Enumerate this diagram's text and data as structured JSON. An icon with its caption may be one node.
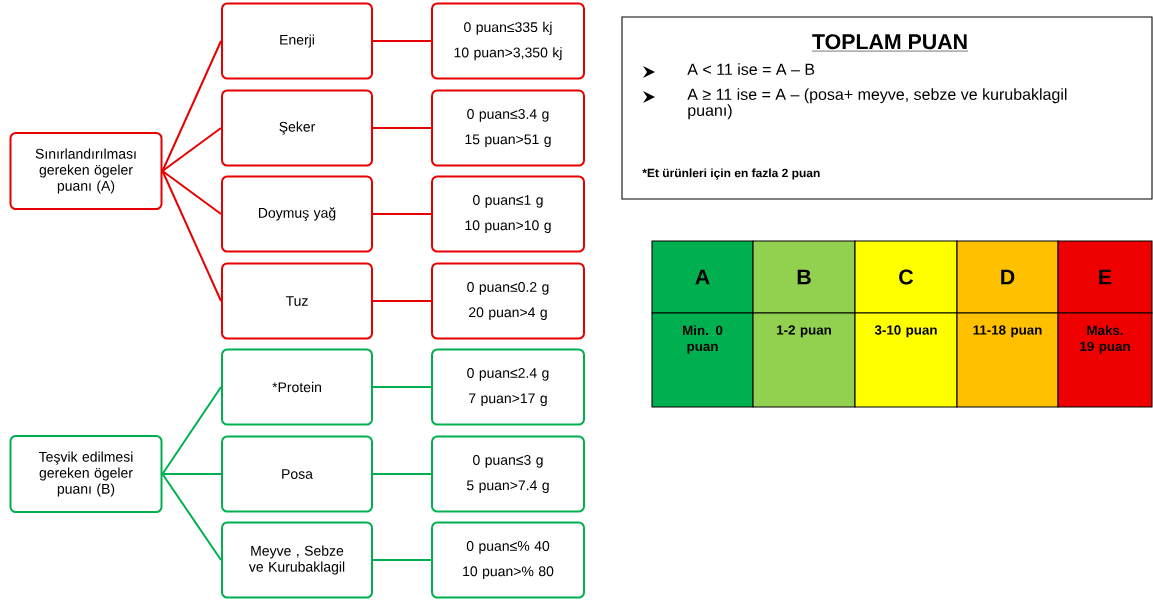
{
  "diagram": {
    "nodes": [
      {
        "text": [
          "Sınırlandırılması gereken ögeler puanı (A)"
        ]
      },
      {
        "text": [
          "Enerji"
        ]
      },
      {
        "text": [
          "0 puan≤335 kj",
          "10 puan>3,350 kj"
        ]
      },
      {
        "text": [
          "Şeker"
        ]
      },
      {
        "text": [
          "0 puan≤3.4 g",
          "15 puan>51 g"
        ]
      },
      {
        "text": [
          "Doymuş yağ"
        ]
      },
      {
        "text": [
          "0 puan≤1 g",
          "10 puan>10 g"
        ]
      },
      {
        "text": [
          "Tuz"
        ]
      },
      {
        "text": [
          "0 puan≤0.2 g",
          "20 puan>4 g"
        ]
      },
      {
        "text": [
          "Teşvik edilmesi gereken ögeler puanı (B)"
        ]
      },
      {
        "text": [
          "*Protein"
        ]
      },
      {
        "text": [
          "0 puan≤2.4 g",
          "7 puan>17 g"
        ]
      },
      {
        "text": [
          "Posa"
        ]
      },
      {
        "text": [
          "0 puan≤3 g",
          "5 puan>7.4 g"
        ]
      },
      {
        "text": [
          "Meyve , Sebze ve Kurubaklagil"
        ]
      },
      {
        "text": [
          "0 puan≤% 40",
          "10 puan>% 80"
        ]
      },
      {
        "text": [
          "TOPLAM PUAN",
          "A < 11 ise = A – B",
          "A ≥ 11 ise = A – (posa+ meyve, sebze ve kurubaklagil puanı)",
          "*Et ürünleri için en fazla 2 puan"
        ]
      },
      {
        "text": [
          "A"
        ]
      },
      {
        "text": [
          "B"
        ]
      },
      {
        "text": [
          "C"
        ]
      },
      {
        "text": [
          "D"
        ]
      },
      {
        "text": [
          "E"
        ]
      },
      {
        "text": [
          "Min. 0 puan"
        ]
      },
      {
        "text": [
          "1-2 puan"
        ]
      },
      {
        "text": [
          "3-10 puan"
        ]
      },
      {
        "text": [
          "11-18 puan"
        ]
      },
      {
        "text": [
          "Maks. 19 puan"
        ]
      }
    ],
    "edges": [
      {
        "from": 0,
        "to": 1,
        "arrow": "none"
      },
      {
        "from": 0,
        "to": 3,
        "arrow": "none"
      },
      {
        "from": 0,
        "to": 5,
        "arrow": "none"
      },
      {
        "from": 0,
        "to": 7,
        "arrow": "none"
      },
      {
        "from": 1,
        "to": 2,
        "arrow": "none"
      },
      {
        "from": 3,
        "to": 4,
        "arrow": "none"
      },
      {
        "from": 5,
        "to": 6,
        "arrow": "none"
      },
      {
        "from": 7,
        "to": 8,
        "arrow": "none"
      },
      {
        "from": 9,
        "to": 10,
        "arrow": "none",
        "color": "#00b050"
      },
      {
        "from": 9,
        "to": 12,
        "arrow": "none",
        "color": "#00b050"
      },
      {
        "from": 9,
        "to": 14,
        "arrow": "none",
        "color": "#00b050"
      },
      {
        "from": 10,
        "to": 11,
        "arrow": "none",
        "color": "#00b050"
      },
      {
        "from": 12,
        "to": 13,
        "arrow": "none",
        "color": "#00b050"
      },
      {
        "from": 14,
        "to": 15,
        "arrow": "none",
        "color": "#00b050"
      }
    ]
  }
}
